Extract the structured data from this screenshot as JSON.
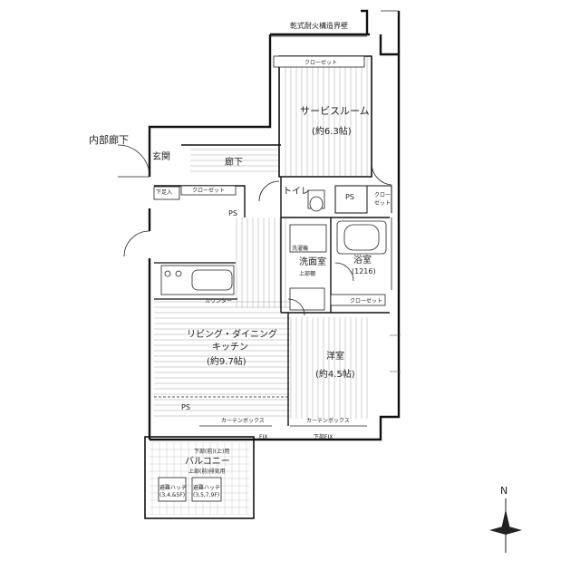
{
  "plan": {
    "top_note": "乾式耐火構造界壁",
    "corridor": "内部廊下",
    "rooms": {
      "service_room": "サービスルーム",
      "service_room_size": "(約6.3帖)",
      "entrance": "玄関",
      "hallway": "廊下",
      "shoe_box": "下足入",
      "toilet": "トイレ",
      "washroom": "洗面室",
      "bath": "浴室",
      "bath_size": "(1216)",
      "ldk_line1": "リビング・ダイニング",
      "ldk_line2": "キッチン",
      "ldk_size": "(約9.7帖)",
      "western": "洋室",
      "western_size": "(約4.5帖)",
      "balcony": "バルコニー"
    },
    "closets": {
      "top": "クローゼット",
      "hall": "クローゼット",
      "right_line1": "クロー",
      "right_line2": "ゼット",
      "western": "クローゼット"
    },
    "labels": {
      "ps1": "PS",
      "ps2": "PS",
      "ps3": "PS",
      "counter": "カウンター",
      "wash_machine": "洗濯機",
      "top_storage": "上部棚",
      "curtain_box_1": "カーテンボックス",
      "curtain_box_2": "カーテンボックス",
      "fix_1": "FIX",
      "fix_2": "下部FIX",
      "balcony_note_1": "下部(前)(上)用",
      "balcony_note_2": "上部(前)排気用",
      "hatch_1": "避難ハッチ",
      "hatch_1_sub": "(3,4,&5F)",
      "hatch_2": "避難ハッチ",
      "hatch_2_sub": "(3,5,7,9F)",
      "north": "N"
    }
  }
}
